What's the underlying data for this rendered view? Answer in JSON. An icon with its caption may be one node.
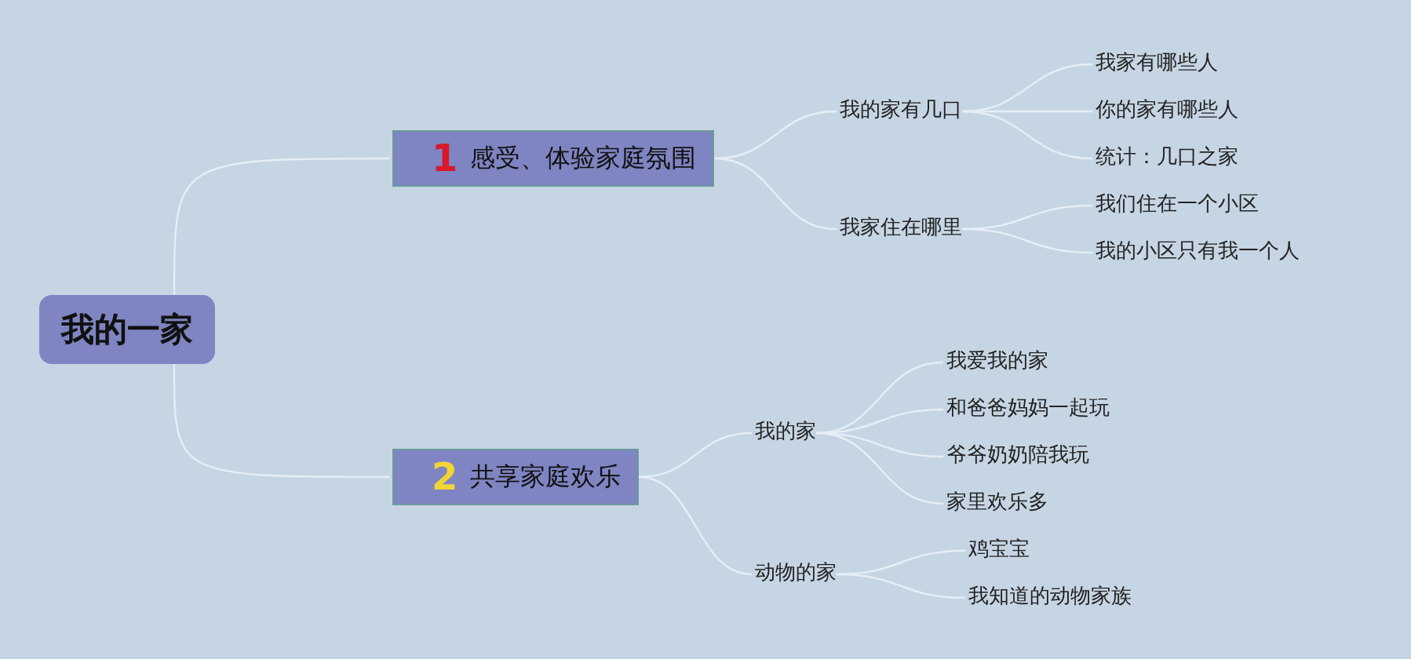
{
  "diagram": {
    "nodes": [
      {
        "text": [
          "我的一家"
        ]
      },
      {
        "text": [
          "1",
          "感受、体验家庭氛围"
        ]
      },
      {
        "text": [
          "我的家有几口"
        ]
      },
      {
        "text": [
          "我家住在哪里"
        ]
      },
      {
        "text": [
          "我家有哪些人"
        ]
      },
      {
        "text": [
          "你的家有哪些人"
        ]
      },
      {
        "text": [
          "统计：几口之家"
        ]
      },
      {
        "text": [
          "我们住在一个小区"
        ]
      },
      {
        "text": [
          "我的小区只有我一个人"
        ]
      },
      {
        "text": [
          "2",
          "共享家庭欢乐"
        ]
      },
      {
        "text": [
          "我的家"
        ]
      },
      {
        "text": [
          "动物的家"
        ]
      },
      {
        "text": [
          "我爱我的家"
        ]
      },
      {
        "text": [
          "和爸爸妈妈一起玩"
        ]
      },
      {
        "text": [
          "爷爷奶奶陪我玩"
        ]
      },
      {
        "text": [
          "家里欢乐多"
        ]
      },
      {
        "text": [
          "鸡宝宝"
        ]
      },
      {
        "text": [
          "我知道的动物家族"
        ]
      }
    ],
    "edges": [
      {
        "from": 0,
        "to": 1,
        "arrow": "none"
      },
      {
        "from": 0,
        "to": 9,
        "arrow": "none"
      },
      {
        "from": 1,
        "to": 2,
        "arrow": "none"
      },
      {
        "from": 1,
        "to": 3,
        "arrow": "none"
      },
      {
        "from": 2,
        "to": 4,
        "arrow": "none"
      },
      {
        "from": 2,
        "to": 5,
        "arrow": "none"
      },
      {
        "from": 2,
        "to": 6,
        "arrow": "none"
      },
      {
        "from": 3,
        "to": 7,
        "arrow": "none"
      },
      {
        "from": 3,
        "to": 8,
        "arrow": "none"
      },
      {
        "from": 9,
        "to": 10,
        "arrow": "none"
      },
      {
        "from": 9,
        "to": 11,
        "arrow": "none"
      },
      {
        "from": 10,
        "to": 12,
        "arrow": "none"
      },
      {
        "from": 10,
        "to": 13,
        "arrow": "none"
      },
      {
        "from": 10,
        "to": 14,
        "arrow": "none"
      },
      {
        "from": 10,
        "to": 15,
        "arrow": "none"
      },
      {
        "from": 11,
        "to": 16,
        "arrow": "none"
      },
      {
        "from": 11,
        "to": 17,
        "arrow": "none"
      }
    ]
  }
}
